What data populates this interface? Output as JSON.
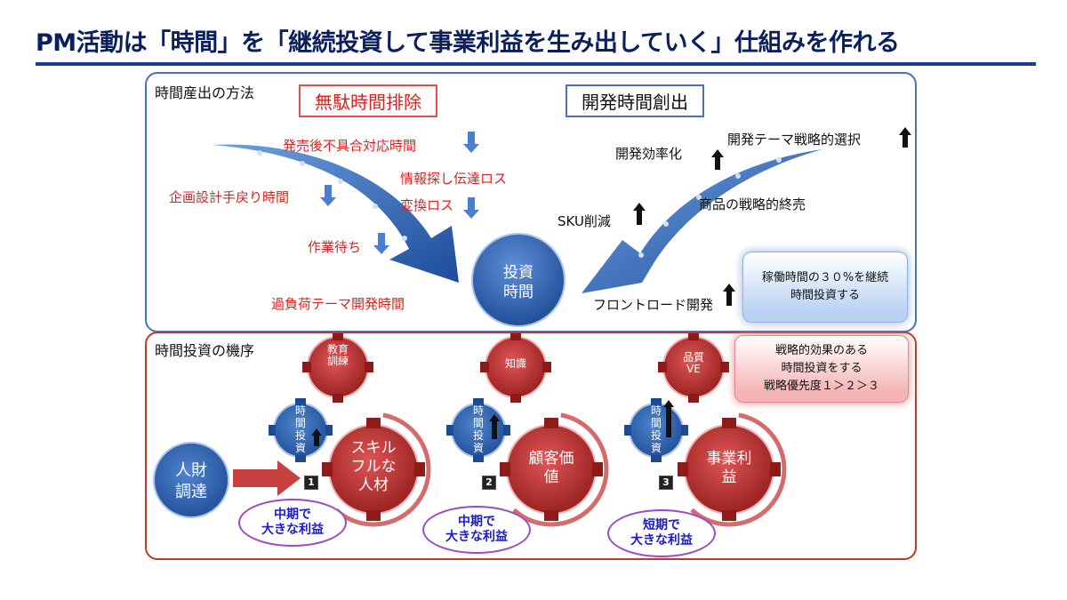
{
  "title": "PM活動は「時間」を「継続投資して事業利益を生み出していく」仕組みを作れる",
  "top_panel": {
    "label": "時間産出の方法",
    "head_left": "無駄時間排除",
    "head_right": "開発時間創出",
    "waste_items": [
      "発売後不具合対応時間",
      "情報探し伝達ロス",
      "企画設計手戻り時間",
      "変換ロス",
      "作業待ち",
      "過負荷テーマ開発時間"
    ],
    "create_items": [
      "開発効率化",
      "開発テーマ戦略的選択",
      "商品の戦略的終売",
      "SKU削減",
      "フロントロード開発"
    ],
    "center_line1": "投資",
    "center_line2": "時間",
    "info": "稼働時間の３０%を継続時間投資する"
  },
  "bottom_panel": {
    "label": "時間投資の機序",
    "start_line1": "人財",
    "start_line2": "調達",
    "info_line1": "戦略的効果のある",
    "info_line2": "時間投資をする",
    "info_line3": "戦略優先度１＞２＞３",
    "stages": [
      {
        "num": "1",
        "small_gear": "時間投資",
        "top_gear": "教育訓練",
        "big_gear": "スキルフルな人材",
        "oval_line1": "中期で",
        "oval_line2": "大きな利益"
      },
      {
        "num": "2",
        "small_gear": "時間投資",
        "top_gear": "知識",
        "big_gear": "顧客価値",
        "oval_line1": "中期で",
        "oval_line2": "大きな利益"
      },
      {
        "num": "3",
        "small_gear": "時間投資",
        "top_gear": "品質VE",
        "big_gear": "事業利益",
        "oval_line1": "短期で",
        "oval_line2": "大きな利益"
      }
    ]
  },
  "colors": {
    "blue": "#2f62ad",
    "red": "#c52a2a",
    "title": "#0b1f5c",
    "waste_text": "#e02020"
  }
}
